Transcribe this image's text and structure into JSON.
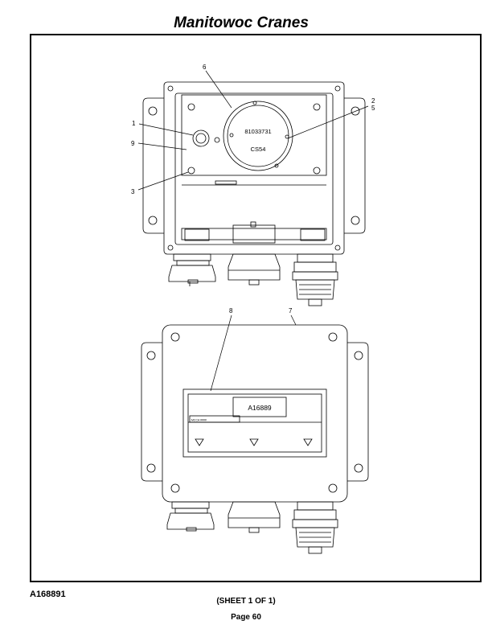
{
  "header": {
    "title": "Manitowoc Cranes"
  },
  "figure": {
    "id": "A168891",
    "callouts": {
      "c1": "1",
      "c2": "2",
      "c3": "3",
      "c5": "5",
      "c6": "6",
      "c7": "7",
      "c8": "8",
      "c9": "9"
    },
    "gauge_part_number": "81033731",
    "gauge_code": "CS54",
    "label_part_number": "A16889",
    "label_small_text": "MCCA ####"
  },
  "footer": {
    "sheet": "(SHEET 1 OF 1)",
    "page": "Page 60"
  }
}
